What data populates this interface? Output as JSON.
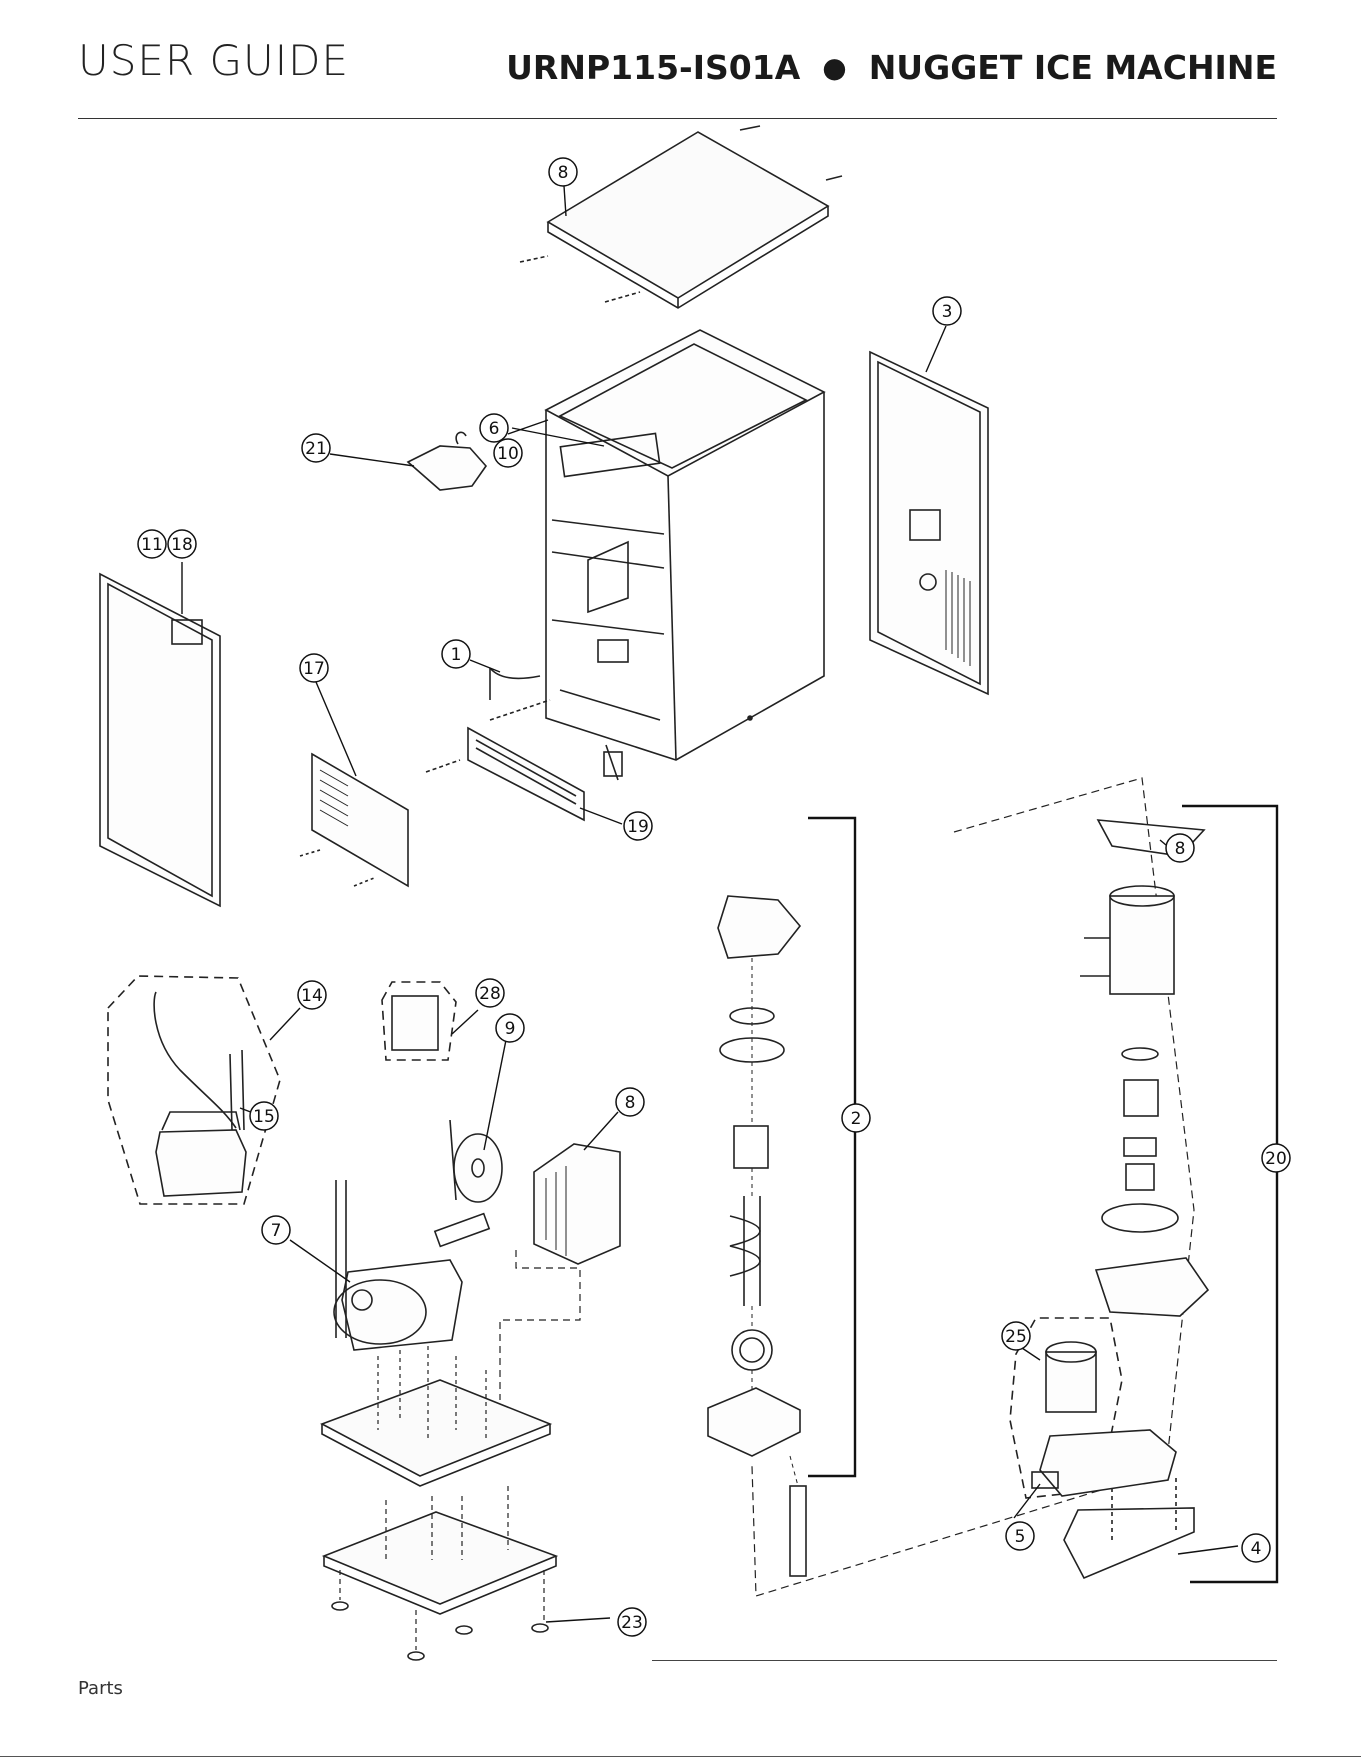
{
  "header": {
    "guide_label": "USER GUIDE",
    "model": "URNP115-IS01A",
    "separator": "●",
    "product": "NUGGET ICE MACHINE"
  },
  "footer": {
    "section": "Parts"
  },
  "callouts": [
    "8",
    "3",
    "6",
    "10",
    "21",
    "11",
    "18",
    "1",
    "17",
    "19",
    "2",
    "8",
    "20",
    "14",
    "28",
    "9",
    "15",
    "8",
    "7",
    "25",
    "5",
    "4",
    "23"
  ],
  "colors": {
    "line": "#1a1a1a",
    "text": "#222222"
  }
}
